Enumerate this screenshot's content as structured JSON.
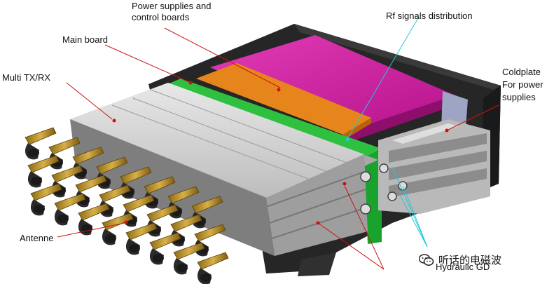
{
  "labels": {
    "power_line1": "Power supplies and",
    "power_line2": "control boards",
    "main_board": "Main board",
    "multi": "Multi TX/RX",
    "rf": "Rf signals distribution",
    "coldplate_line1": "Coldplate",
    "coldplate_line2": "For power",
    "coldplate_line3": "supplies",
    "antenne": "Antenne",
    "hydraulic": "Hydraulic GD"
  },
  "watermark": {
    "text": "听话的电磁波",
    "icon": "wechat-icon"
  },
  "colors": {
    "magenta_board": "#d81ea8",
    "orange_board": "#e5851c",
    "green_board": "#1aa32c",
    "housing": "#2a2a2a",
    "module_gray": "#c8c8c8",
    "antenna_gold": "#c8a030",
    "leader_red": "#d01010",
    "leader_cyan": "#22c8d8"
  }
}
